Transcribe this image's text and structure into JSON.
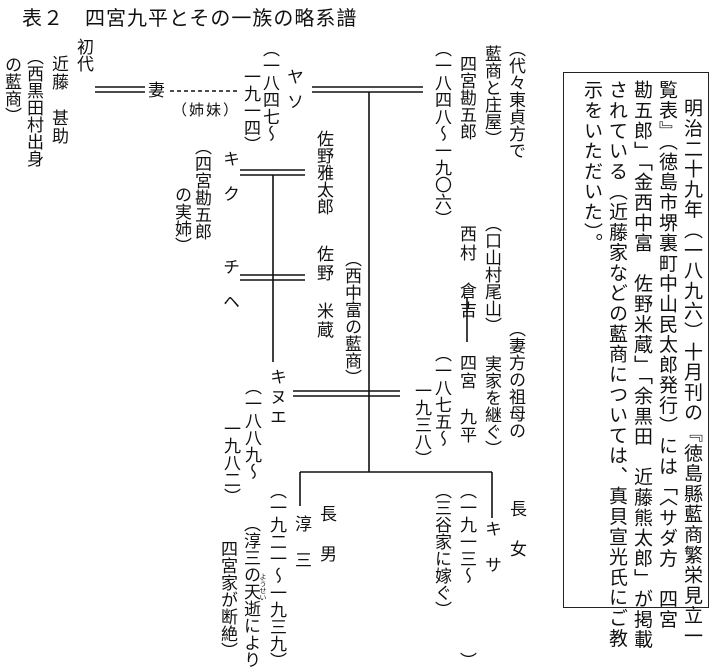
{
  "title": "表２　四宮九平とその一族の略系譜",
  "people": {
    "kondo_label": "初代",
    "kondo_name": "近藤　甚助",
    "kondo_note1": "（西黒田村出身",
    "kondo_note2": "の藍商）",
    "wife": "妻",
    "sisters": "（姉妹）",
    "yaso_name": "ヤソ",
    "yaso_years1": "（一八四七～",
    "yaso_years2": "一九一四）",
    "kiku_name": "キク",
    "kiku_note1": "（四宮勘五郎",
    "kiku_note2": "の実姉）",
    "chihe_name": "チヘ",
    "sano_masataro": "佐野雅太郎",
    "sano_yonezo": "佐野　米蔵",
    "sano_note": "（西中富の藍商）",
    "kangoro_note1": "（代々東貞方で",
    "kangoro_note2": "藍商と庄屋）",
    "kangoro_name": "四宮勘五郎",
    "kangoro_years": "（一八四八～一九〇六）",
    "nishimura_note": "（口山村尾山）",
    "nishimura_name": "西村　倉吉",
    "kyuhei_note1": "（妻方の祖母の",
    "kyuhei_note2": "実家を継ぐ）",
    "kyuhei_name": "四宮　九平",
    "kyuhei_years1": "（一八七五～",
    "kyuhei_years2": "一九三八）",
    "kinue_name": "キヌエ",
    "kinue_years1": "（一八八九～",
    "kinue_years2": "一九八二）",
    "daughter_label": "長　女",
    "kisa_name": "キ　サ",
    "kisa_years": "（一九一三～　　　　）",
    "kisa_note": "（三谷家に嫁ぐ）",
    "son_label": "長　男",
    "junzo_name": "淳　三",
    "junzo_years": "（一九二一～一九三九）",
    "junzo_note1": "（淳三の天逝により",
    "junzo_ruby": "ようせい",
    "junzo_note2": "四宮家が断絶）"
  },
  "note": {
    "lines": [
      "明治二十九年（一八九六）十月刊の『徳島縣藍商繁栄見立一",
      "覧表』（徳島市堺裏町中山民太郎発行）には「〈サダ方　四宮",
      "勘五郎」「金西中富　佐野米蔵」「余黒田　近藤熊太郎」が掲載",
      "されている（近藤家などの藍商については、真貝宣光氏にご教",
      "示をいただいた）。"
    ]
  }
}
